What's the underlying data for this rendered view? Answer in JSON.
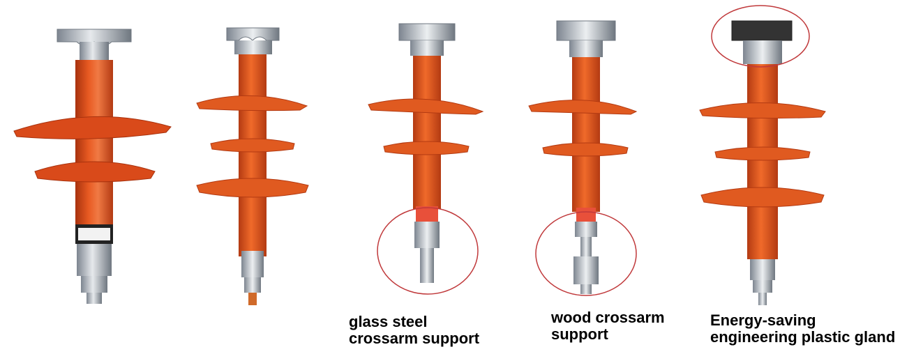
{
  "colors": {
    "insulator_red": "#e0521f",
    "insulator_red_dark": "#b33a12",
    "insulator_red_light": "#f27a45",
    "metal": "#c8ccd0",
    "metal_dark": "#7d8590",
    "highlight_circle": "#c0393b",
    "background": "#ffffff"
  },
  "captions": {
    "glass_steel": {
      "line1": "glass steel",
      "line2": "crossarm support"
    },
    "wood": {
      "line1": "wood crossarm",
      "line2": "support"
    },
    "plastic_gland": {
      "line1": "Energy-saving",
      "line2": "engineering plastic gland"
    }
  },
  "icons": {
    "insulator_1": "pin-insulator-two-sheds",
    "insulator_2": "pin-insulator-three-sheds",
    "insulator_3": "pin-insulator-glass-steel-crossarm",
    "insulator_4": "pin-insulator-wood-crossarm",
    "insulator_5": "pin-insulator-plastic-gland"
  }
}
